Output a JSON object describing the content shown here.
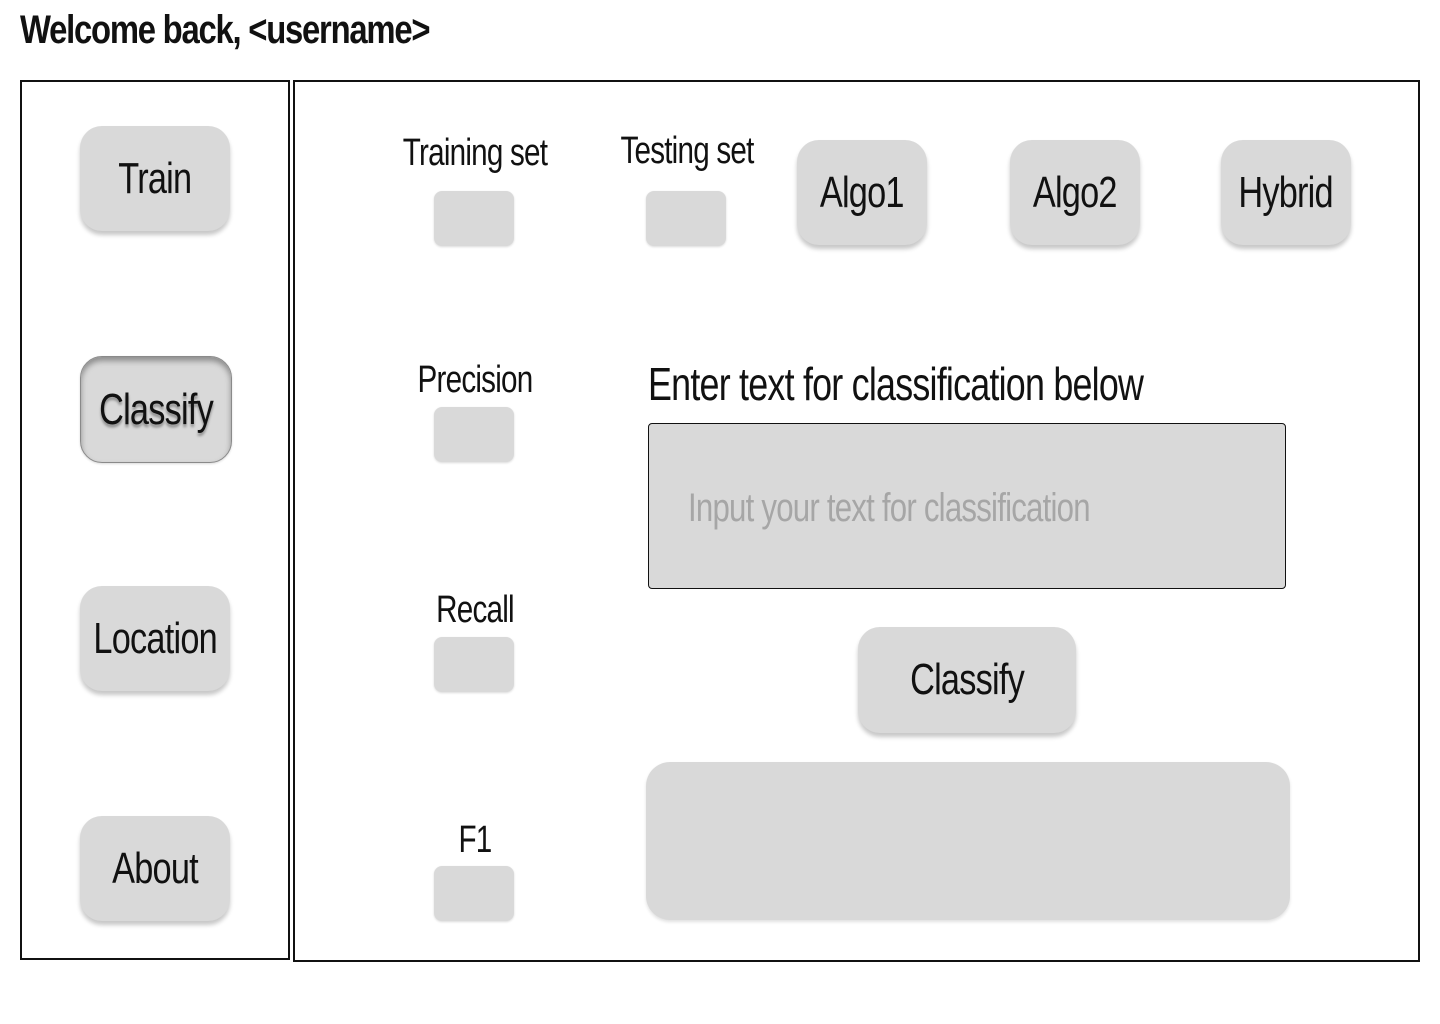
{
  "header": {
    "welcome": "Welcome back, <username>"
  },
  "sidebar": {
    "items": [
      {
        "label": "Train"
      },
      {
        "label": "Classify"
      },
      {
        "label": "Location"
      },
      {
        "label": "About"
      }
    ],
    "active": "Classify"
  },
  "main": {
    "training_set_label": "Training set",
    "testing_set_label": "Testing set",
    "algorithms": [
      {
        "label": "Algo1"
      },
      {
        "label": "Algo2"
      },
      {
        "label": "Hybrid"
      }
    ],
    "metrics": [
      {
        "label": "Precision"
      },
      {
        "label": "Recall"
      },
      {
        "label": "F1"
      }
    ],
    "instruction": "Enter text for classification below",
    "input": {
      "value": "",
      "placeholder": "Input your text for classification"
    },
    "classify_button": "Classify",
    "result": ""
  },
  "colors": {
    "control_fill": "#d9d9d9",
    "placeholder": "#a6a6a6",
    "border": "#111111"
  }
}
